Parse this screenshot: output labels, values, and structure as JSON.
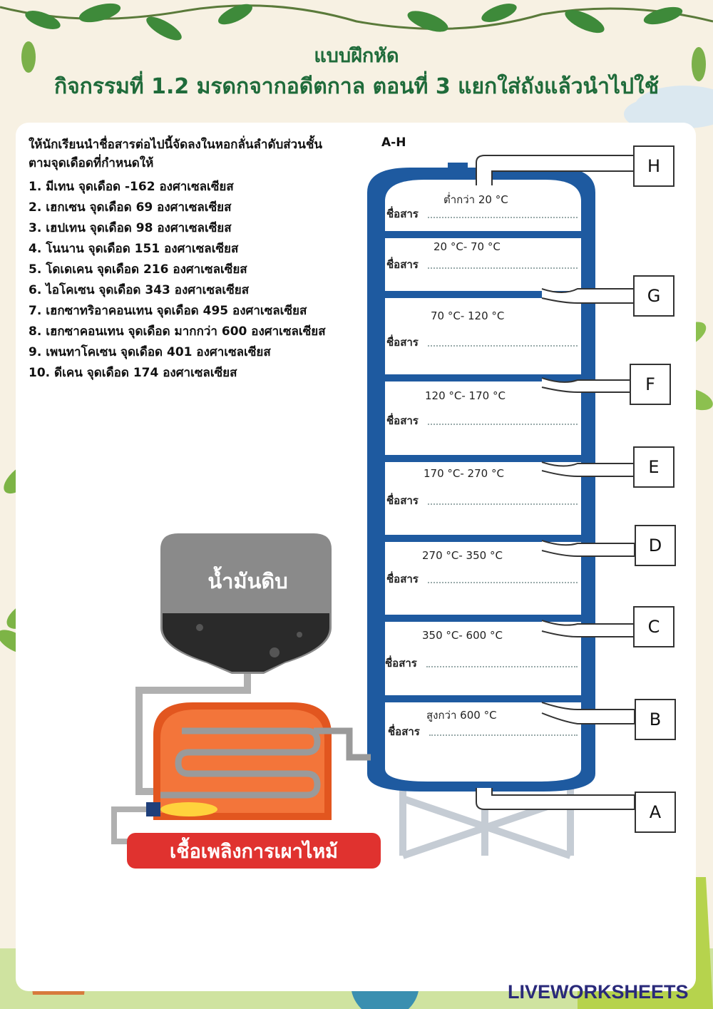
{
  "title": {
    "line1": "แบบฝึกหัด",
    "line2": "กิจกรรมที่ 1.2 มรดกจากอดีตกาล ตอนที่ 3 แยกใส่ถังแล้วนำไปใช้"
  },
  "instructions": {
    "line1": "ให้นักเรียนนำชื่อสารต่อไปนี้จัดลงในหอกลั่นลำดับส่วนชั้น",
    "range": "A-H",
    "line2": "ตามจุดเดือดที่กำหนดให้"
  },
  "substances": [
    "1. มีเทน     จุดเดือด -162  องศาเซลเซียส",
    "2. เฮกเซน     จุดเดือด 69  องศาเซลเซียส",
    "3. เฮปเทน   จุดเดือด 98  องศาเซลเซียส",
    "4. โนนาน     จุดเดือด 151  องศาเซลเซียส",
    "5. โดเดเคน   จุดเดือด 216  องศาเซลเซียส",
    "6. ไอโคเซน   จุดเดือด 343 องศาเซลเซียส",
    "7. เฮกซาทริอาคอนเทน จุดเดือด 495 องศาเซลเซียส",
    "8. เฮกซาคอนเทน   จุดเดือด มากกว่า 600 องศาเซลเซียส",
    "9. เพนทาโคเซน   จุดเดือด 401  องศาเซลเซียส",
    "10. ดีเคน   จุดเดือด 174  องศาเซลเซียส"
  ],
  "tower": {
    "name_label": "ชื่อสาร",
    "temps": [
      "ต่ำกว่า 20 °C",
      "20 °C- 70 °C",
      "70 °C- 120 °C",
      "120 °C- 170 °C",
      "170 °C- 270 °C",
      "270 °C- 350 °C",
      "350 °C- 600 °C",
      "สูงกว่า 600 °C"
    ],
    "boxes": [
      "H",
      "G",
      "F",
      "E",
      "D",
      "C",
      "B",
      "A"
    ]
  },
  "crude_oil": "น้ำมันดิบ",
  "fuel_label": "เชื้อเพลิงการเผาไหม้",
  "brand": "LIVEWORKSHEETS",
  "colors": {
    "tower": "#1e5aa0",
    "title": "#1f6b3a",
    "furnace": "#f0642a",
    "fuel": "#e0322f"
  }
}
